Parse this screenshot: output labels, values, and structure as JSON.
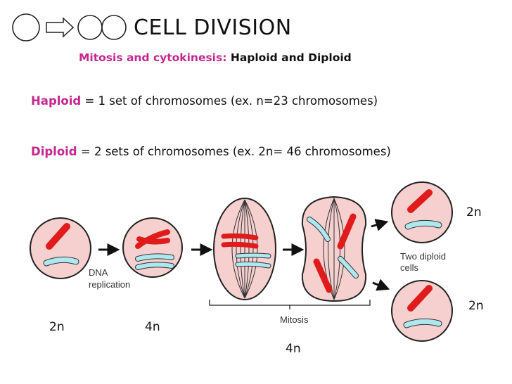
{
  "title": "CELL DIVISION",
  "subtitle": {
    "key": "Mitosis and cytokinesis:",
    "rest": "Haploid and Diploid"
  },
  "definitions": {
    "haploid": {
      "key": "Haploid",
      "text": "= 1 set of chromosomes (ex. n=23 chromosomes)"
    },
    "diploid": {
      "key": "Diploid",
      "text": "= 2 sets of chromosomes (ex. 2n= 46 chromosomes)"
    }
  },
  "figure": {
    "dna_replication": [
      "DNA",
      "replication"
    ],
    "mitosis": "Mitosis",
    "two_diploid_cells": [
      "Two diploid",
      "cells"
    ]
  },
  "ploidy_labels": {
    "cell1": "2n",
    "cell2": "4n",
    "mitosis_stage": "4n",
    "daughter_top": "2n",
    "daughter_bottom": "2n"
  },
  "colors": {
    "accent": "#c4278f",
    "cell_fill": "#f6cfcf",
    "chromosome_red": "#e01b1b",
    "chromosome_blue": "#aee8ef"
  },
  "icons": [
    "circle-icon",
    "arrow-right-icon",
    "two-circles-icon"
  ]
}
